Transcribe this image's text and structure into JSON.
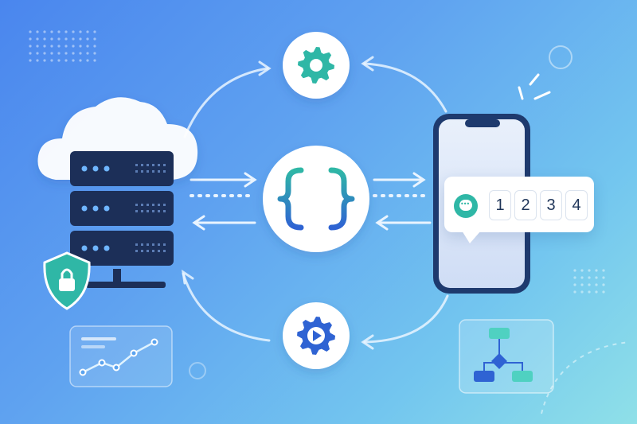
{
  "otp": {
    "digits": [
      "1",
      "2",
      "3",
      "4"
    ]
  },
  "icons": {
    "cloud": "cloud-icon",
    "server": "server-rack-icon",
    "shield": "shield-lock-icon",
    "gear": "gear-icon",
    "braces": "code-braces-icon",
    "media_gear": "gear-play-icon",
    "phone": "smartphone-icon",
    "chat": "chat-bubble-icon",
    "line_chart": "line-chart-icon",
    "flowchart": "flowchart-icon"
  },
  "colors": {
    "teal": "#2fb7a6",
    "blue": "#2f63d3",
    "navy": "#1e3a6e",
    "white": "#ffffff"
  }
}
